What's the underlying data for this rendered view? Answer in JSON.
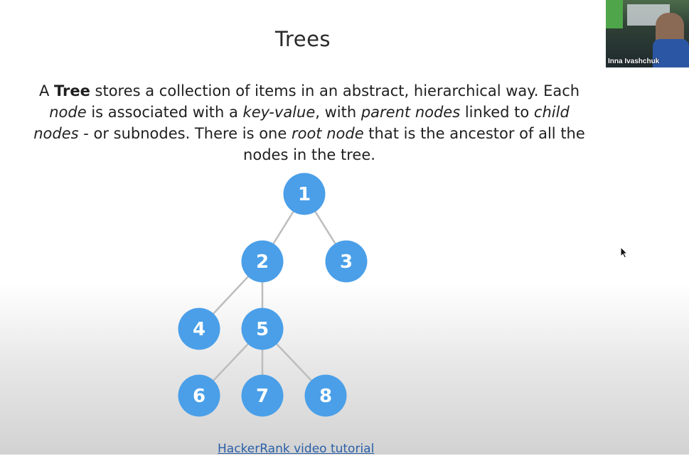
{
  "slide": {
    "title": "Trees",
    "description": {
      "p1": "A ",
      "b1": "Tree",
      "p2": " stores a collection of items in an abstract, hierarchical way. Each ",
      "i1": "node",
      "p3": " is associated with a ",
      "i2": "key-value",
      "p4": ", with ",
      "i3": "parent nodes",
      "p5": " linked to ",
      "i4": "child nodes",
      "p6": " - or subnodes. There is one ",
      "i5": "root node",
      "p7": " that is the ancestor of all the nodes in the tree."
    },
    "tree": {
      "node_color": "#4a9fe8",
      "edge_color": "#bdbdbd",
      "nodes": [
        {
          "label": "1",
          "children": [
            "2",
            "3"
          ]
        },
        {
          "label": "2",
          "children": [
            "4",
            "5"
          ]
        },
        {
          "label": "3",
          "children": []
        },
        {
          "label": "4",
          "children": []
        },
        {
          "label": "5",
          "children": [
            "6",
            "7",
            "8"
          ]
        },
        {
          "label": "6",
          "children": []
        },
        {
          "label": "7",
          "children": []
        },
        {
          "label": "8",
          "children": []
        }
      ]
    },
    "link_text": "HackerRank video tutorial",
    "link_color": "#2a5fa8"
  },
  "video": {
    "participant_name": "Inna Ivashchuk"
  }
}
